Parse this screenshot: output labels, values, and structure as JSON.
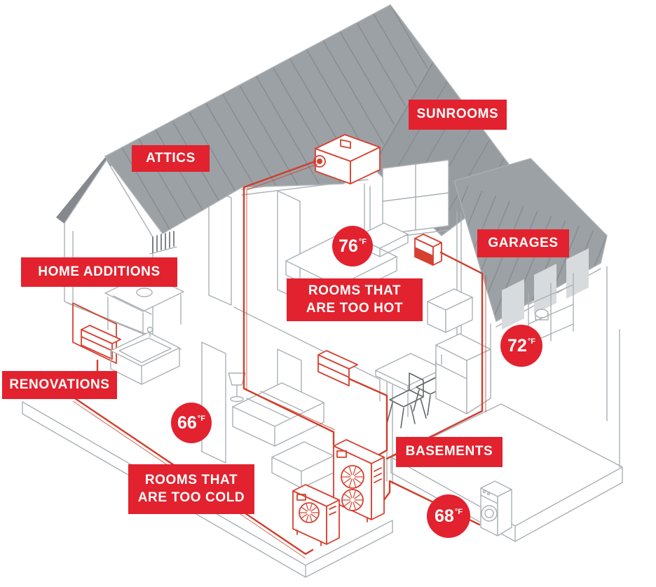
{
  "colors": {
    "accent": "#e2222e",
    "equipment_red": "#d6402f",
    "pipe_red": "#cf3f2c",
    "roof_gray": "#9ca1a5",
    "roof_gray_dark": "#979ca0",
    "roof_underside": "#85898d",
    "line_gray": "#aab0b4"
  },
  "labels": {
    "attics": "ATTICS",
    "sunrooms": "SUNROOMS",
    "garages": "GARAGES",
    "home_additions": "HOME ADDITIONS",
    "renovations": "RENOVATIONS",
    "rooms_too_hot": "ROOMS THAT\nARE TOO HOT",
    "rooms_too_cold": "ROOMS THAT\nARE TOO COLD",
    "basements": "BASEMENTS"
  },
  "badges": {
    "bedroom": {
      "value": "76",
      "unit": "°F"
    },
    "garage": {
      "value": "72",
      "unit": "°F"
    },
    "living_room": {
      "value": "66",
      "unit": "°F"
    },
    "basement": {
      "value": "68",
      "unit": "°F"
    }
  }
}
